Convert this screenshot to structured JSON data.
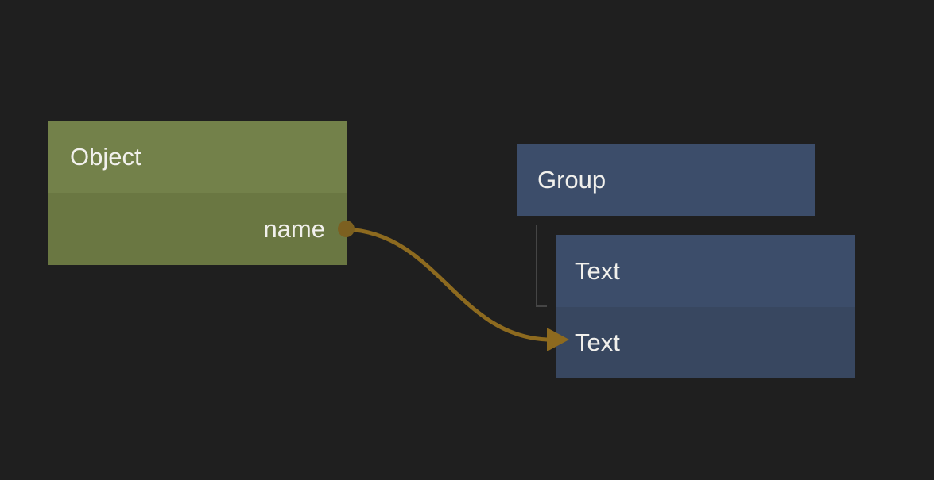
{
  "canvas": {
    "background_color": "#1f1f1f"
  },
  "nodes": [
    {
      "id": "object",
      "title": "Object",
      "header_color": "#73814a",
      "body_color": "#6a7742",
      "rows": [
        {
          "label": "name",
          "port": "output"
        }
      ]
    },
    {
      "id": "group",
      "title": "Group",
      "header_color": "#3c4d6a",
      "rows": []
    },
    {
      "id": "text",
      "title": "Text",
      "header_color": "#3c4d6a",
      "body_color": "#384760",
      "rows": [
        {
          "label": "Text"
        }
      ]
    }
  ],
  "connection": {
    "from_node": "Object",
    "from_port": "name",
    "to_node": "Text",
    "to_row": "Text",
    "wire_color": "#8d6a1f",
    "port_color": "#7c6020"
  },
  "hierarchy_link": {
    "parent": "Group",
    "child": "Text",
    "line_color": "#454545"
  },
  "text_color": "#f1f0ec"
}
